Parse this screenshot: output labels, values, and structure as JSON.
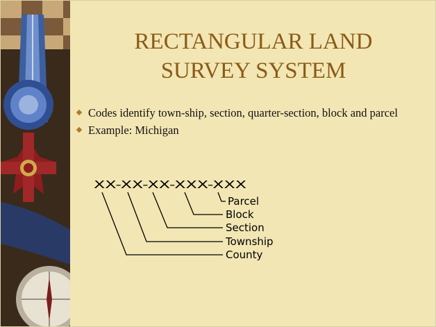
{
  "slide": {
    "title_line1": "RECTANGULAR LAND",
    "title_line2": "SURVEY SYSTEM",
    "bullets": [
      "Codes identify town-ship, section, quarter-section, block and parcel",
      "Example: Michigan"
    ],
    "code_format": "XX-XX-XX-XXX-XXX",
    "code_labels": [
      "Parcel",
      "Block",
      "Section",
      "Township",
      "County"
    ],
    "colors": {
      "background": "#f2e6b4",
      "title": "#8b5a16",
      "bullet": "#b07a2c"
    }
  }
}
